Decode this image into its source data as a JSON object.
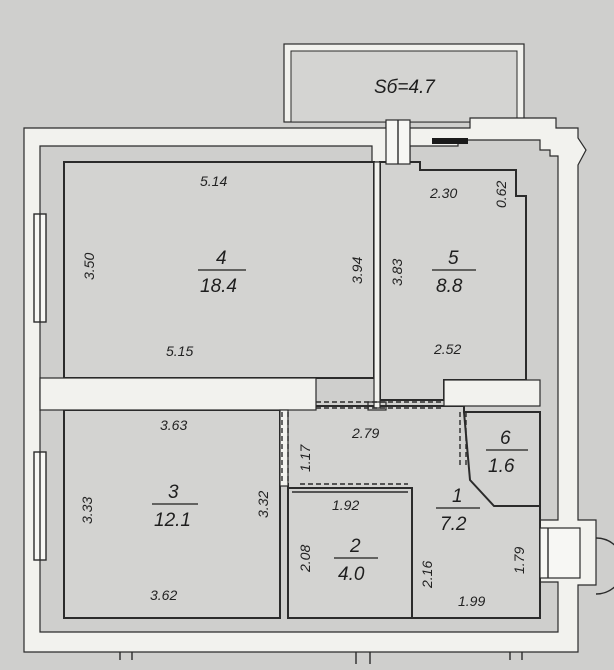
{
  "balcony": {
    "label": "Sб=4.7"
  },
  "rooms": [
    {
      "id": "4",
      "number": "4",
      "area": "18.4",
      "dims": [
        "5.14",
        "5.15",
        "3.50",
        "3.94"
      ]
    },
    {
      "id": "5",
      "number": "5",
      "area": "8.8",
      "dims": [
        "2.30",
        "0.62",
        "3.83",
        "2.52"
      ]
    },
    {
      "id": "3",
      "number": "3",
      "area": "12.1",
      "dims": [
        "3.63",
        "3.62",
        "3.33",
        "3.32"
      ]
    },
    {
      "id": "2",
      "number": "2",
      "area": "4.0",
      "dims": [
        "1.92",
        "2.08",
        "2.16"
      ]
    },
    {
      "id": "1",
      "number": "1",
      "area": "7.2",
      "dims": [
        "2.79",
        "1.17",
        "1.99",
        "1.79"
      ]
    },
    {
      "id": "6",
      "number": "6",
      "area": "1.6",
      "dims": []
    }
  ],
  "colors": {
    "background": "#cfcfcd",
    "line": "#2b2b2b",
    "wall_fill": "#f2f2ee"
  }
}
